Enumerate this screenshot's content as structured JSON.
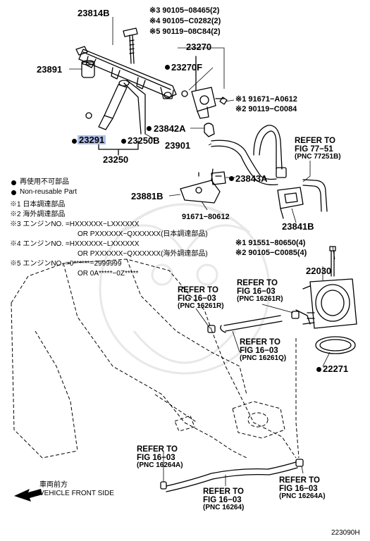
{
  "parts": {
    "p23814B": "23814B",
    "p90105_08465": "※3 90105−08465(2)",
    "p90105_C0282": "※4 90105−C0282(2)",
    "p90119_08C84": "※5 90119−08C84(2)",
    "p23270": "23270",
    "p23891": "23891",
    "p23270F": "23270F",
    "p91671_A0612": "※1  91671−A0612",
    "p90119_C0084": "※2  90119−C0084",
    "p23842A": "23842A",
    "p23291": "23291",
    "p23250B": "23250B",
    "p23901": "23901",
    "p23250": "23250",
    "p23843A": "23843A",
    "p23881B": "23881B",
    "p91671_80612": "91671−80612",
    "p23841B": "23841B",
    "p91551_80650": "※1  91551−80650(4)",
    "p90105_C0085": "※2  90105−C0085(4)",
    "p22030": "22030",
    "p22271": "22271"
  },
  "refs": {
    "r77": {
      "l1": "REFER TO",
      "l2": "FIG 77−51",
      "l3": "(PNC 77251B)"
    },
    "r1": {
      "l1": "REFER TO",
      "l2": "FIG 16−03",
      "l3": "(PNC 16261R)"
    },
    "r2": {
      "l1": "REFER TO",
      "l2": "FIG 16−03",
      "l3": "(PNC 16261R)"
    },
    "r3": {
      "l1": "REFER TO",
      "l2": "FIG 16−03",
      "l3": "(PNC 16261Q)"
    },
    "r4": {
      "l1": "REFER TO",
      "l2": "FIG 16−03",
      "l3": "(PNC 16264A)"
    },
    "r5": {
      "l1": "REFER TO",
      "l2": "FIG 16−03",
      "l3": "(PNC 16264)"
    },
    "r6": {
      "l1": "REFER TO",
      "l2": "FIG 16−03",
      "l3": "(PNC 16264A)"
    }
  },
  "legend": {
    "reuse_jp": "再使用不可部品",
    "reuse_en": "Non-reusable Part",
    "n1": "※1 日本調達部品",
    "n2": "※2 海外調達部品",
    "n3a": "※3 エンジンNO. =HXXXXXX−LXXXXXX",
    "n3b": "OR  PXXXXXX−QXXXXXX(日本調達部品)",
    "n4a": "※4 エンジンNO. =HXXXXXX−LXXXXXX",
    "n4b": "OR  PXXXXXX−QXXXXXX(海外調達部品)",
    "n5a": "※5 エンジンNO. =0******−2999999",
    "n5b": "OR 0A*****−0Z*****"
  },
  "front": {
    "jp": "車両前方",
    "en": "VEHICLE FRONT SIDE"
  },
  "figure_id": "223090H",
  "colors": {
    "highlight": "#aebfe8",
    "line": "#000000"
  }
}
